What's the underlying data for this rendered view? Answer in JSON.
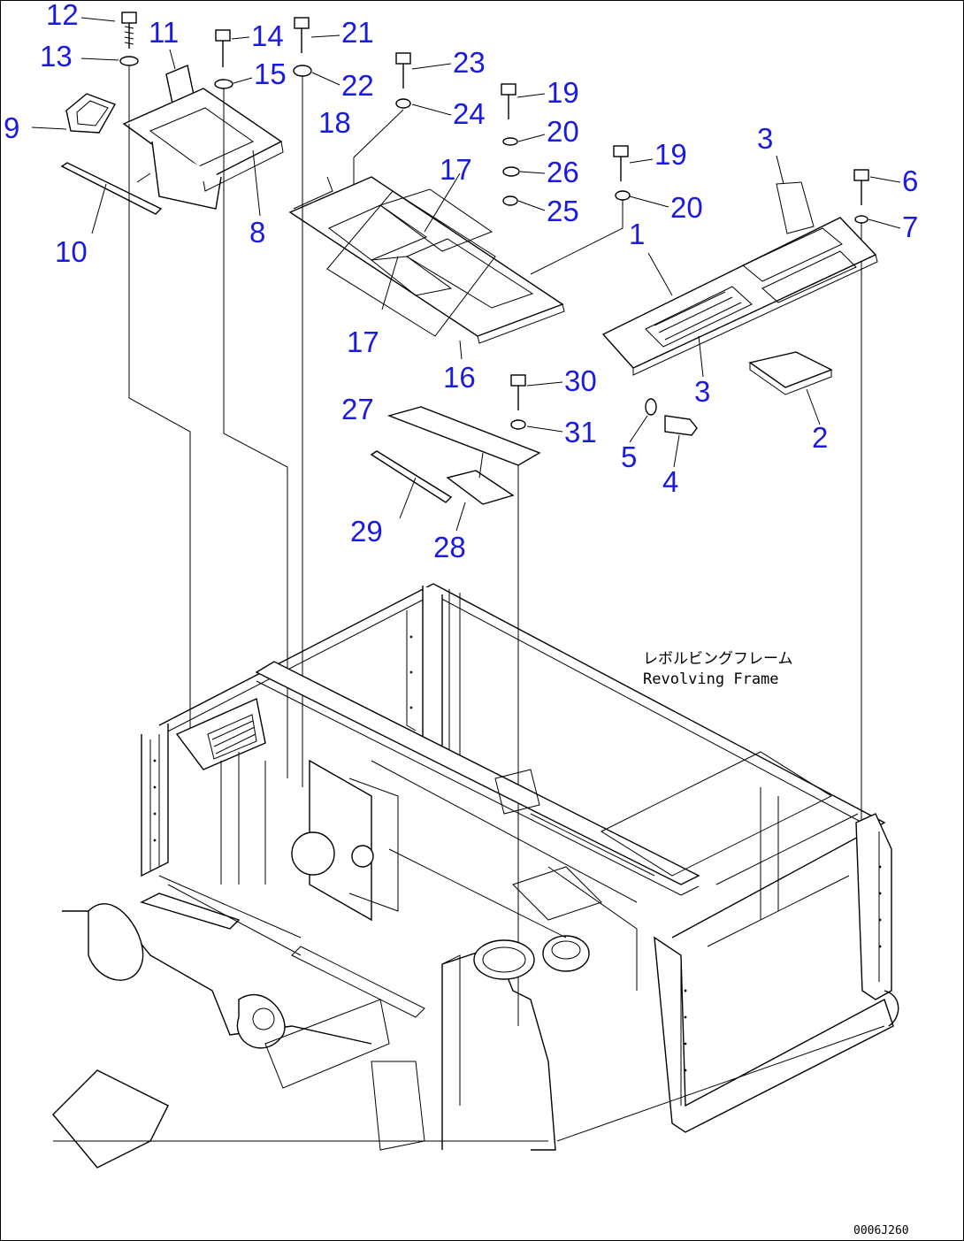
{
  "frame_note": {
    "jp": "レボルビングフレーム",
    "en": "Revolving Frame"
  },
  "drawing_code": "0006J260",
  "labels": [
    "12",
    "13",
    "11",
    "9",
    "10",
    "14",
    "15",
    "21",
    "22",
    "23",
    "24",
    "8",
    "18",
    "19",
    "20",
    "26",
    "25",
    "17",
    "17",
    "16",
    "19",
    "20",
    "3",
    "6",
    "7",
    "1",
    "3",
    "2",
    "5",
    "4",
    "30",
    "31",
    "27",
    "29",
    "28"
  ]
}
